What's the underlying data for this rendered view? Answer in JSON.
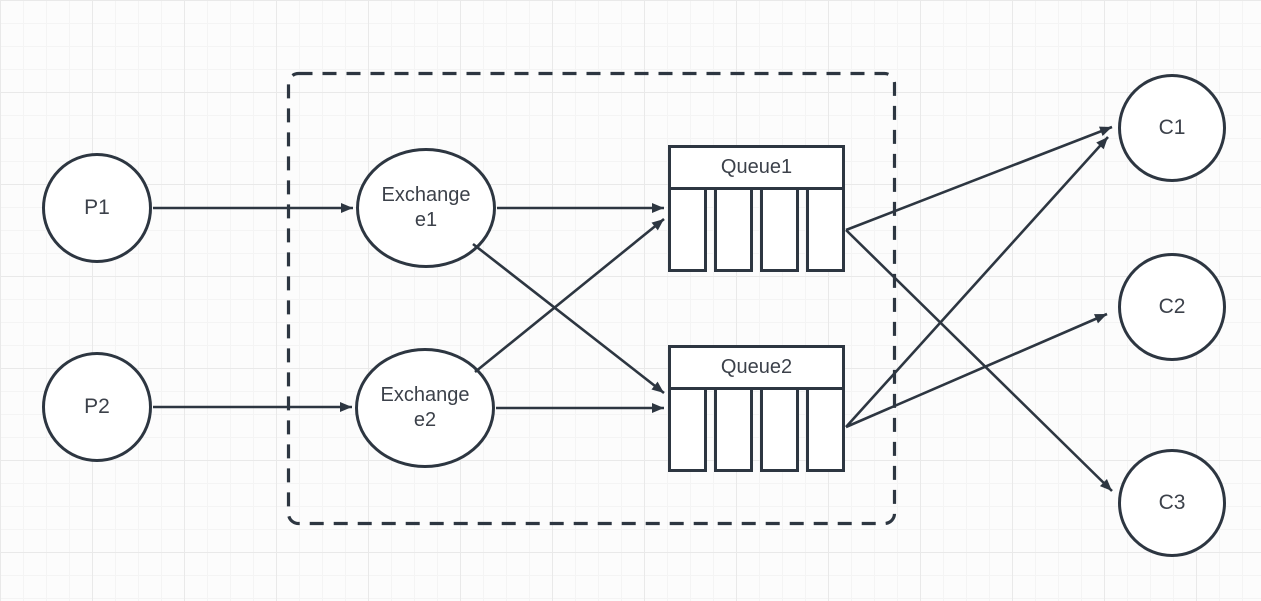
{
  "diagram": {
    "colors": {
      "stroke": "#2d3641",
      "text": "#3c414a",
      "node_fill": "#ffffff",
      "canvas_background": "#fcfcfc",
      "grid_line": "#e9e9e9"
    },
    "producers": [
      {
        "id": "p1",
        "label": "P1"
      },
      {
        "id": "p2",
        "label": "P2"
      }
    ],
    "exchanges": [
      {
        "id": "e1",
        "label_line1": "Exchange",
        "label_line2": "e1"
      },
      {
        "id": "e2",
        "label_line1": "Exchange",
        "label_line2": "e2"
      }
    ],
    "queues": [
      {
        "id": "q1",
        "label": "Queue1",
        "slots": 4
      },
      {
        "id": "q2",
        "label": "Queue2",
        "slots": 4
      }
    ],
    "consumers": [
      {
        "id": "c1",
        "label": "C1"
      },
      {
        "id": "c2",
        "label": "C2"
      },
      {
        "id": "c3",
        "label": "C3"
      }
    ],
    "edges": [
      {
        "from": "p1",
        "to": "e1"
      },
      {
        "from": "p2",
        "to": "e2"
      },
      {
        "from": "e1",
        "to": "q1"
      },
      {
        "from": "e1",
        "to": "q2"
      },
      {
        "from": "e2",
        "to": "q1"
      },
      {
        "from": "e2",
        "to": "q2"
      },
      {
        "from": "q1",
        "to": "c1"
      },
      {
        "from": "q1",
        "to": "c3"
      },
      {
        "from": "q2",
        "to": "c1"
      },
      {
        "from": "q2",
        "to": "c2"
      }
    ]
  }
}
